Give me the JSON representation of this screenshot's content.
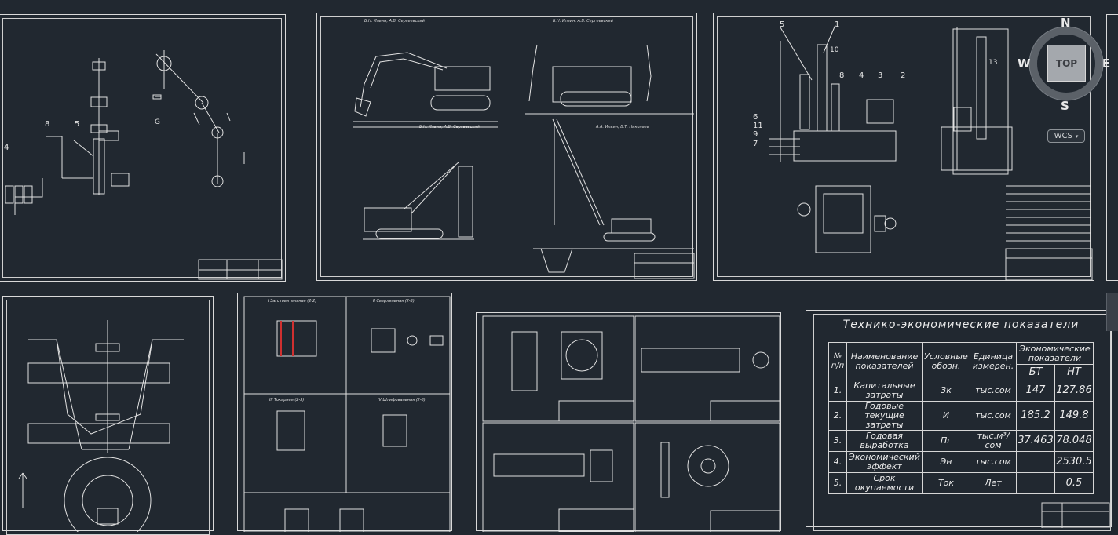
{
  "sheets": {
    "s1": {
      "labels": {
        "n8": "8",
        "n5": "5",
        "n4": "4",
        "g": "G"
      }
    },
    "s2": {
      "captions": [
        "Б.Н. Ильин, А.В. Сергеевский",
        "Б.Н. Ильин, А.В. Сергеевский",
        "Б.Н. Ильин, А.В. Сергеевский",
        "А.А. Ильин, В.Т. Николаев"
      ]
    },
    "s3": {
      "callouts": [
        "5",
        "1",
        "10",
        "8",
        "4",
        "3",
        "2",
        "6",
        "11",
        "9",
        "7",
        "13"
      ]
    },
    "s5": {
      "cells": [
        "I Заготовительная (2-2)",
        "II Сверлильная (2-3)",
        "III Токарная (2-3)",
        "IV Шлифовальная (2-8)"
      ]
    }
  },
  "tep": {
    "title": "Технико-экономические показатели",
    "headers": {
      "num": "№ п/п",
      "name": "Наименование показателей",
      "cond": "Условные обозн.",
      "unit": "Единица измерен.",
      "econ": "Экономические показатели",
      "bt": "БТ",
      "nt": "НТ"
    },
    "rows": [
      {
        "num": "1.",
        "name": "Капитальные затраты",
        "cond": "Зк",
        "unit": "тыс.сом",
        "bt": "147",
        "nt": "127.86"
      },
      {
        "num": "2.",
        "name": "Годовые текущие затраты",
        "cond": "И",
        "unit": "тыс.сом",
        "bt": "185.2",
        "nt": "149.8"
      },
      {
        "num": "3.",
        "name": "Годовая выработка",
        "cond": "Пг",
        "unit": "тыс.м³/сом",
        "bt": "37.463",
        "nt": "78.048"
      },
      {
        "num": "4.",
        "name": "Экономический эффект",
        "cond": "Эн",
        "unit": "тыс.сом",
        "bt": "",
        "nt": "2530.5"
      },
      {
        "num": "5.",
        "name": "Срок окупаемости",
        "cond": "Ток",
        "unit": "Лет",
        "bt": "",
        "nt": "0.5"
      }
    ]
  },
  "viewcube": {
    "north": "N",
    "south": "S",
    "east": "E",
    "west": "W",
    "top": "TOP",
    "wcs": "WCS"
  },
  "colors": {
    "background": "#212830",
    "lines": "#e0e0e0",
    "accent_red": "#d03030",
    "viewcube_face": "#a4a8ad"
  }
}
